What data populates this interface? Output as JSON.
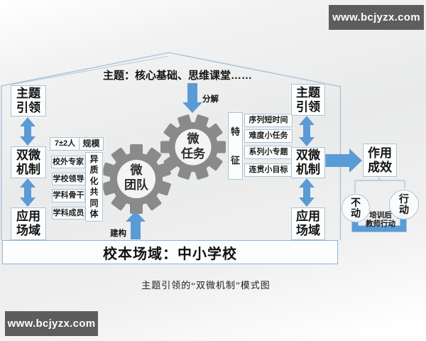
{
  "watermark": {
    "top_right": "www.bcjyzx.com",
    "bottom_left": "www.bcjyzx.com"
  },
  "roof": {
    "title": "主题：核心基础、思维课堂……"
  },
  "left_column": {
    "top": "主题\n引领",
    "middle": "双微\n机制",
    "bottom": "应用\n场域"
  },
  "right_column": {
    "top": "主题\n引领",
    "middle": "双微\n机制",
    "bottom": "应用\n场域",
    "outcome": "作用\n成效"
  },
  "team_group": {
    "size_value": "7±2人",
    "size_label": "规模",
    "members": [
      "校外专家",
      "学校领导",
      "学科骨干",
      "学科成员"
    ],
    "community_label": "异\n质\n化\n共\n同\n体"
  },
  "task_group": {
    "label": "特\n征",
    "items": [
      "序列短时间",
      "难度小任务",
      "系列小专题",
      "连贯小目标"
    ]
  },
  "gears": {
    "team": "微\n团队",
    "task": "微\n任务"
  },
  "arrow_labels": {
    "decompose": "分解",
    "construct": "建构"
  },
  "outcome_detail": {
    "left_circle": "不\n动",
    "right_circle": "行\n动",
    "transition_label": "培训后\n教师行动"
  },
  "base_bar": "校本场域：中小学校",
  "caption": "主题引领的“双微机制”模式图",
  "colors": {
    "arrow_blue": "#5b9bd5",
    "gear_gray": "#8a8a8a",
    "box_border": "#a9bfd3",
    "watermark_bg": "#5d5d5d"
  }
}
